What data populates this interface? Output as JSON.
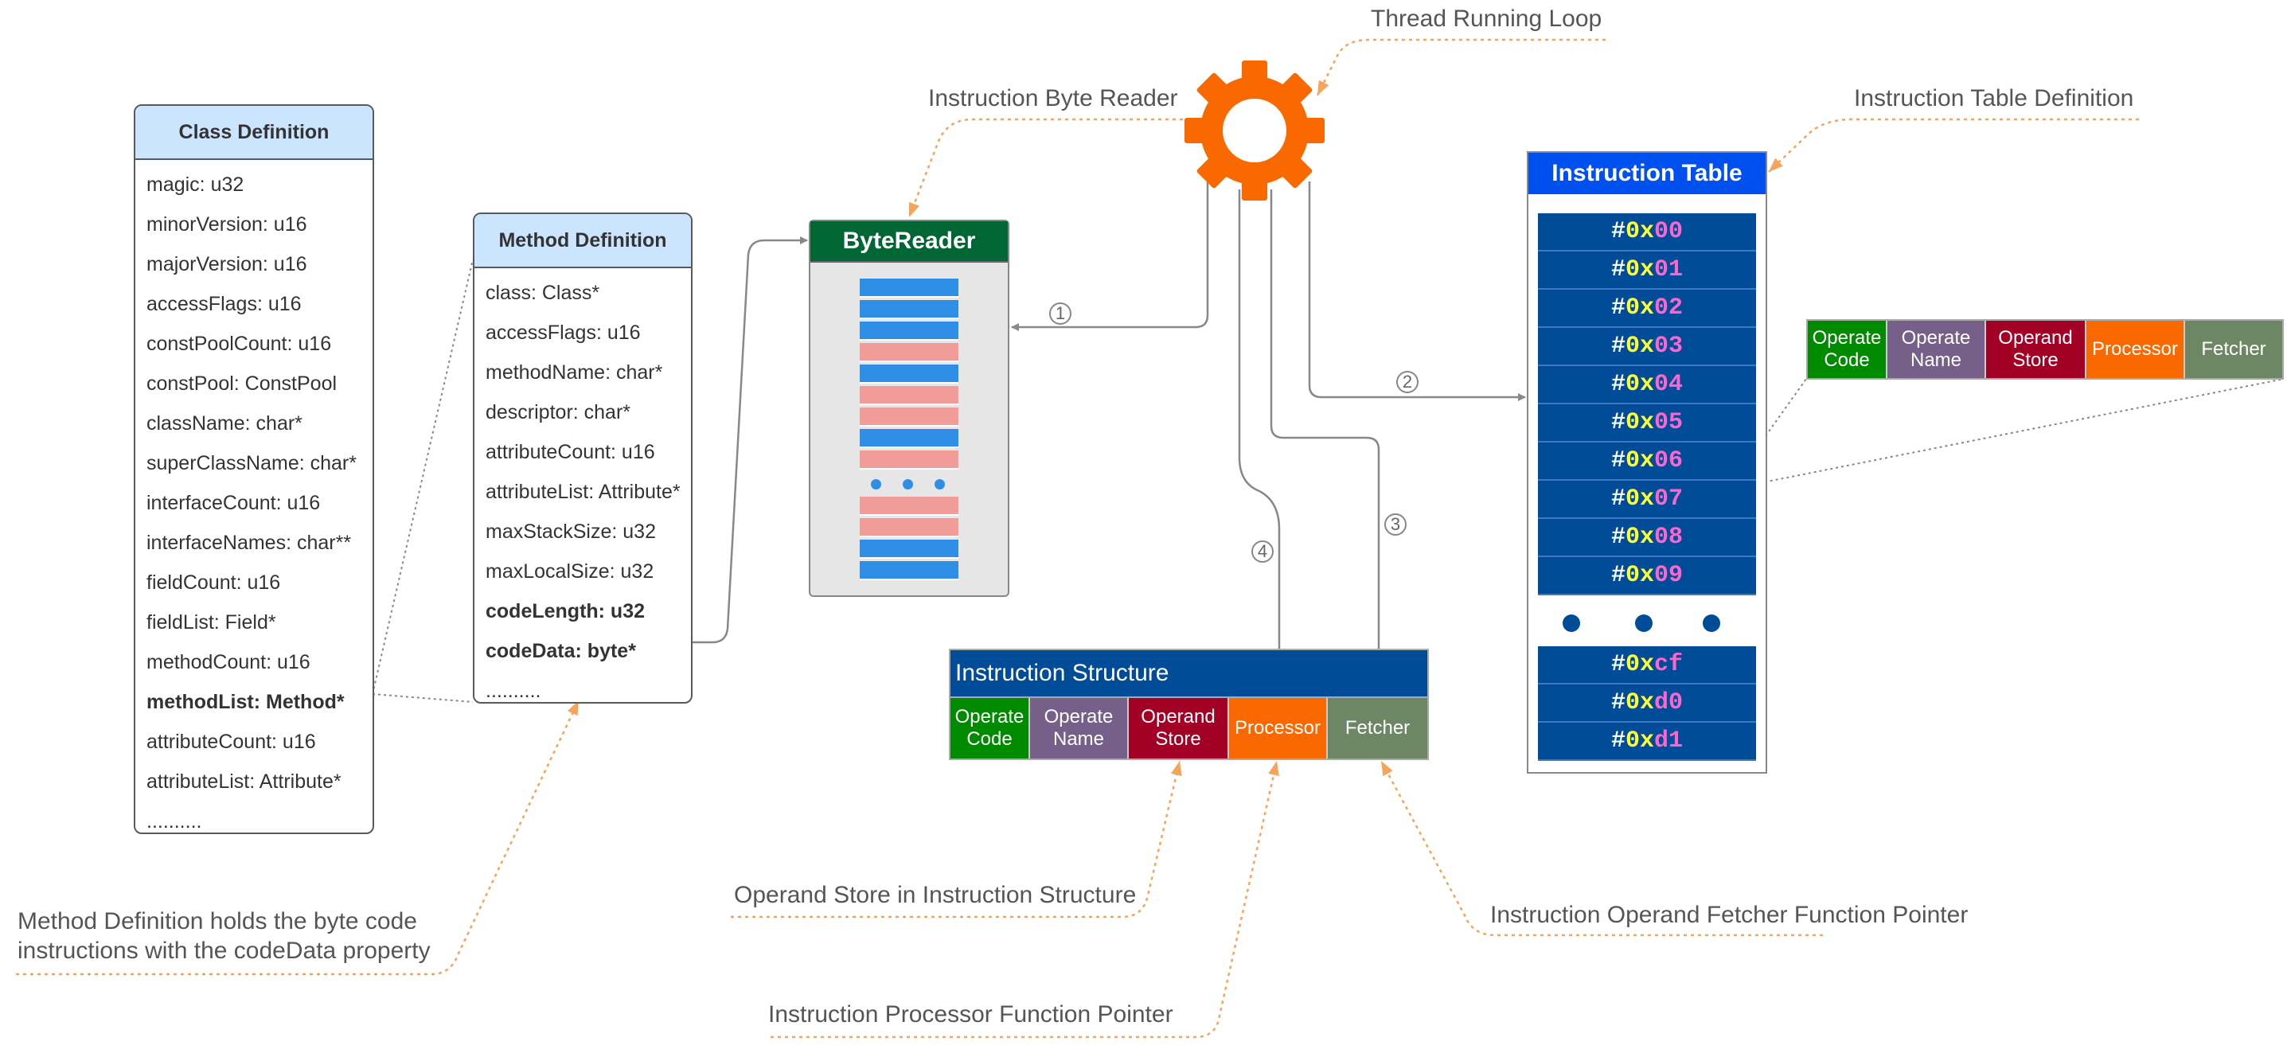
{
  "captions": {
    "thread_loop": "Thread Running Loop",
    "byte_reader": "Instruction Byte Reader",
    "table_def": "Instruction Table Definition",
    "method_def_note": "Method Definition holds the byte code\ninstructions with the codeData property",
    "operand_store": "Operand Store in Instruction Structure",
    "fetcher_ptr": "Instruction Operand Fetcher Function Pointer",
    "processor_ptr": "Instruction Processor Function Pointer"
  },
  "class_definition": {
    "title": "Class Definition",
    "fields": [
      "magic: u32",
      "minorVersion: u16",
      "majorVersion: u16",
      "accessFlags: u16",
      "constPoolCount: u16",
      "constPool: ConstPool",
      "className: char*",
      "superClassName: char*",
      "interfaceCount: u16",
      "interfaceNames: char**",
      "fieldCount: u16",
      "fieldList: Field*",
      "methodCount: u16",
      "methodList: Method*",
      "attributeCount: u16",
      "attributeList: Attribute*",
      ".........."
    ]
  },
  "method_definition": {
    "title": "Method Definition",
    "fields": [
      "class: Class*",
      "accessFlags: u16",
      "methodName: char*",
      "descriptor: char*",
      "attributeCount: u16",
      "attributeList: Attribute*",
      "maxStackSize: u32",
      "maxLocalSize: u32",
      "codeLength: u32",
      "codeData: byte*",
      ".........."
    ]
  },
  "byte_reader": {
    "title": "ByteReader",
    "stripes_top": [
      "blue",
      "blue",
      "blue",
      "red",
      "blue",
      "red",
      "red",
      "blue",
      "red"
    ],
    "stripes_bottom": [
      "red",
      "red",
      "blue",
      "blue"
    ]
  },
  "instruction_table": {
    "title": "Instruction Table",
    "rows_top": [
      [
        "#",
        "0x",
        "00"
      ],
      [
        "#",
        "0x",
        "01"
      ],
      [
        "#",
        "0x",
        "02"
      ],
      [
        "#",
        "0x",
        "03"
      ],
      [
        "#",
        "0x",
        "04"
      ],
      [
        "#",
        "0x",
        "05"
      ],
      [
        "#",
        "0x",
        "06"
      ],
      [
        "#",
        "0x",
        "07"
      ],
      [
        "#",
        "0x",
        "08"
      ],
      [
        "#",
        "0x",
        "09"
      ]
    ],
    "rows_bottom": [
      [
        "#",
        "0x",
        "cf"
      ],
      [
        "#",
        "0x",
        "d0"
      ],
      [
        "#",
        "0x",
        "d1"
      ]
    ]
  },
  "instruction_fields": [
    "Operate\nCode",
    "Operate\nName",
    "Operand\nStore",
    "Processor",
    "Fetcher"
  ],
  "instruction_structure": {
    "title": "Instruction Structure",
    "fields": [
      "Operate\nCode",
      "Operate\nName",
      "Operand\nStore",
      "Processor",
      "Fetcher"
    ]
  },
  "steps": [
    "1",
    "2",
    "3",
    "4"
  ],
  "icons": {
    "gear": "gear-icon"
  },
  "colors": {
    "operate_code": "#008a00",
    "operate_name": "#76608a",
    "operand_store": "#a20025",
    "processor": "#fa6800",
    "fetcher": "#6d8764",
    "gear": "#fa6800",
    "table_head": "#0050ef",
    "table_body": "#004c99",
    "bytereader_head": "#006633",
    "stripe_blue": "#2f8fe6",
    "stripe_red": "#f19c99",
    "callout": "#f5a55a"
  }
}
